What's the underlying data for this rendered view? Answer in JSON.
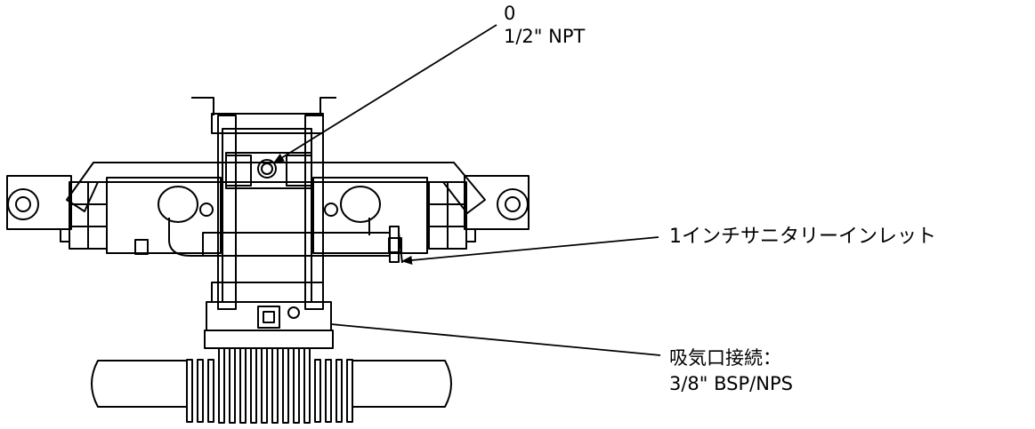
{
  "callouts": {
    "outlet": {
      "line1": "0",
      "line2": "1/2\" NPT"
    },
    "inlet": {
      "text": "1インチサニタリーインレット"
    },
    "air_inlet": {
      "line1": "吸気口接続：",
      "line2": "3/8\" BSP/NPS"
    }
  },
  "colors": {
    "stroke": "#000000",
    "background": "#ffffff"
  }
}
